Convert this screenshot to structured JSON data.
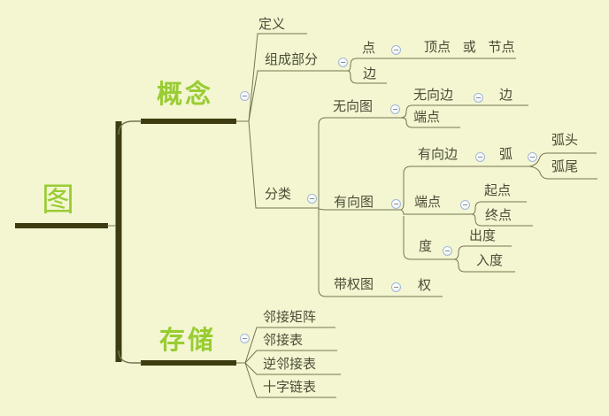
{
  "canvas": {
    "background_color": "#f3f6d1",
    "edge_color": "#757551",
    "branch_bar_color": "#3c3c10",
    "topic_green": "#99cc33",
    "node_text_color": "#4c4c38",
    "collapse_icon_border": "#a4b8d4"
  },
  "tree": {
    "label": "图",
    "children": [
      {
        "label": "概念",
        "children": [
          {
            "label": "定义"
          },
          {
            "label": "组成部分",
            "children": [
              {
                "label": "点",
                "children": [
                  {
                    "label": "顶点 或 节点"
                  }
                ]
              },
              {
                "label": "边"
              }
            ]
          },
          {
            "label": "分类",
            "children": [
              {
                "label": "无向图",
                "children": [
                  {
                    "label": "无向边",
                    "children": [
                      {
                        "label": "边"
                      }
                    ]
                  },
                  {
                    "label": "端点"
                  }
                ]
              },
              {
                "label": "有向图",
                "children": [
                  {
                    "label": "有向边",
                    "children": [
                      {
                        "label": "弧",
                        "children": [
                          {
                            "label": "弧头"
                          },
                          {
                            "label": "弧尾"
                          }
                        ]
                      }
                    ]
                  },
                  {
                    "label": "端点",
                    "children": [
                      {
                        "label": "起点"
                      },
                      {
                        "label": "终点"
                      }
                    ]
                  },
                  {
                    "label": "度",
                    "children": [
                      {
                        "label": "出度"
                      },
                      {
                        "label": "入度"
                      }
                    ]
                  }
                ]
              },
              {
                "label": "带权图",
                "children": [
                  {
                    "label": "权"
                  }
                ]
              }
            ]
          }
        ]
      },
      {
        "label": "存储",
        "children": [
          {
            "label": "邻接矩阵"
          },
          {
            "label": "邻接表"
          },
          {
            "label": "逆邻接表"
          },
          {
            "label": "十字链表"
          }
        ]
      }
    ]
  }
}
